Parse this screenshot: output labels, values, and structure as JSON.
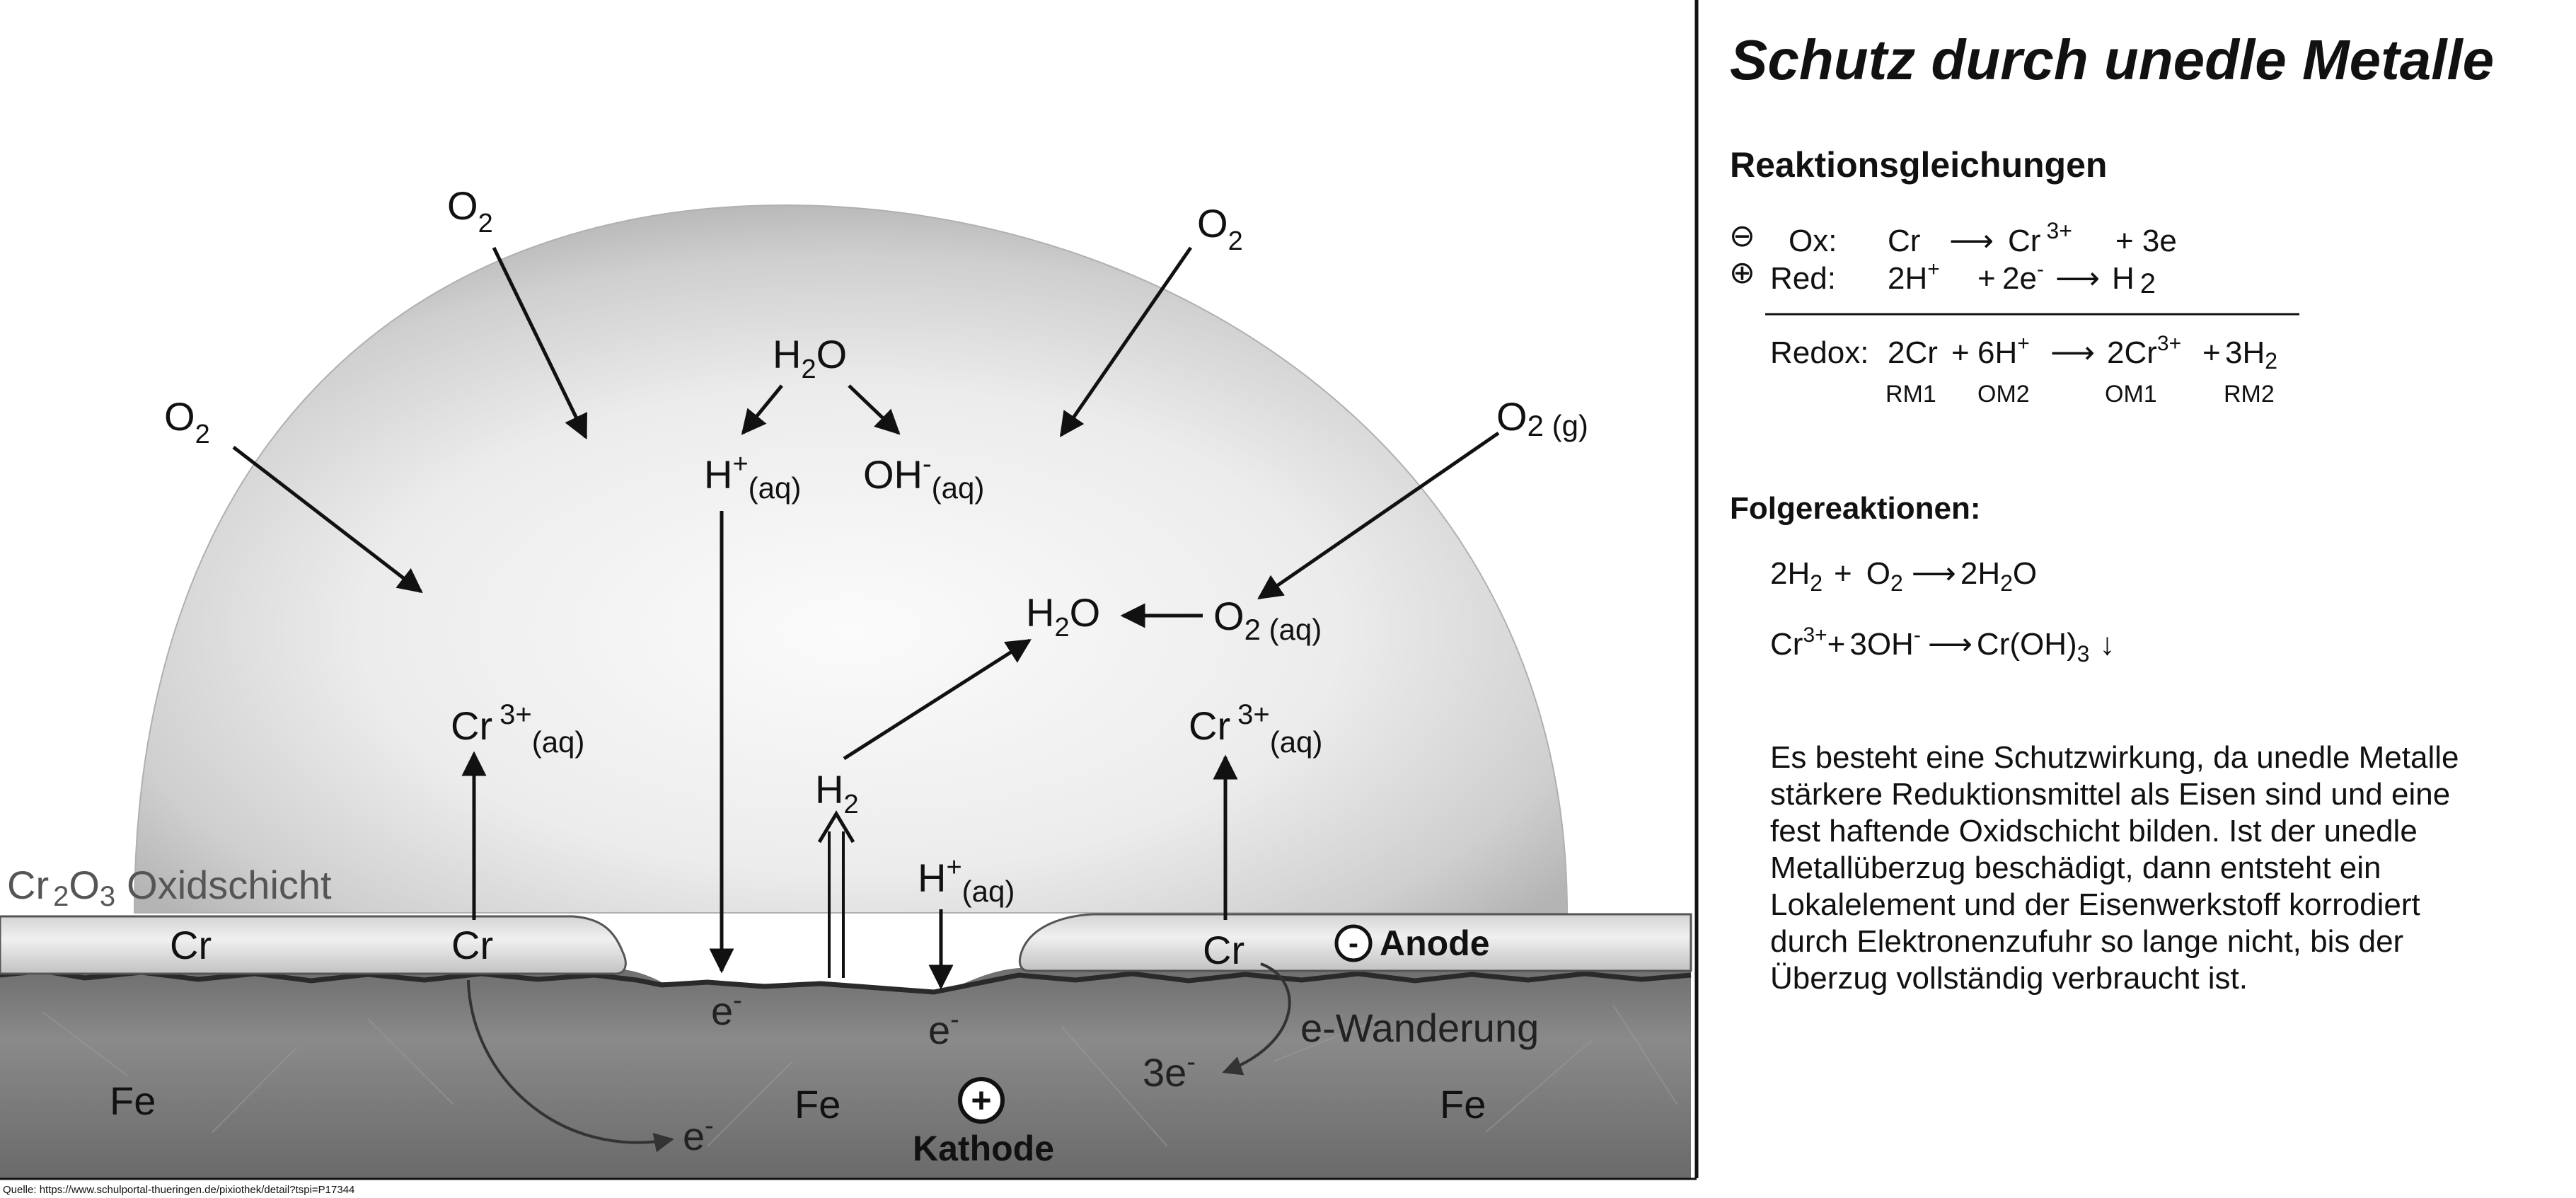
{
  "diagram": {
    "o2_left": "O",
    "o2_top_left": "O",
    "o2_top_right": "O",
    "o2_gas": "O",
    "o2_gas_sub": "2 (g)",
    "sub_2": "2",
    "h2o_top": "H",
    "h2o_o": "O",
    "h_plus": "H",
    "plus_sup": "+",
    "aq_sub": "(aq)",
    "oh_minus": "OH",
    "minus_sup": "-",
    "h2o_mid": "H",
    "o2_aq": "O",
    "o2_aq_sub": "2 (aq)",
    "cr3_left": "Cr",
    "cr3_right": "Cr",
    "sup_3plus": "3+",
    "h2": "H",
    "h_plus_low": "H",
    "oxide_layer": "Cr",
    "oxide_sub": "2",
    "oxide_o": "O",
    "oxide_sub2": "3",
    "oxide_text": "Oxidschicht",
    "cr_left1": "Cr",
    "cr_left2": "Cr",
    "cr_right": "Cr",
    "anode_symbol": "-",
    "anode_label": "Anode",
    "e_1": "e",
    "e_2": "e",
    "e_3": "e",
    "e_sup": "-",
    "three_e": "3e",
    "wanderung_e": "e",
    "wanderung_text": "-Wanderung",
    "fe_left": "Fe",
    "fe_mid": "Fe",
    "fe_right": "Fe",
    "kathode_symbol": "+",
    "kathode_label": "Kathode",
    "source": "Quelle: https://www.schulportal-thueringen.de/pixiothek/detail?tspi=P17344"
  },
  "panel": {
    "title": "Schutz durch unedle Metalle",
    "subtitle": "Reaktionsgleichungen",
    "ox_symbol": "⊖",
    "ox_label": "Ox:",
    "ox_lhs": "Cr",
    "ox_arrow": "⟶",
    "ox_rhs": "Cr",
    "ox_rhs_sup": "3+",
    "ox_electrons": "+ 3e",
    "red_symbol": "⊕",
    "red_label": "Red:",
    "red_lhs": "2H",
    "red_lhs_sup": "+",
    "red_plus": "+",
    "red_e": "2e",
    "red_e_sup": "-",
    "red_arrow": "⟶",
    "red_rhs": "H",
    "red_rhs_sub": "2",
    "redox_label": "Redox:",
    "redox_cr": "2Cr",
    "redox_plus": "+",
    "redox_h": "6H",
    "redox_h_sup": "+",
    "redox_arrow": "⟶",
    "redox_cr3": "2Cr",
    "redox_cr3_sup": "3+",
    "redox_plus2": "+",
    "redox_h2": "3H",
    "redox_h2_sub": "2",
    "rm1": "RM1",
    "om2": "OM2",
    "om1": "OM1",
    "rm2": "RM2",
    "folge_title": "Folgereaktionen:",
    "f1_lhs": "2H",
    "f1_sub": "2",
    "f1_plus": "+",
    "f1_o": "O",
    "f1_o_sub": "2",
    "f1_arrow": "⟶",
    "f1_rhs": "2H",
    "f1_rhs_sub": "2",
    "f1_rhs_o": "O",
    "f2_lhs": "Cr",
    "f2_sup": "3+",
    "f2_plus": "+",
    "f2_oh": "3OH",
    "f2_oh_sup": "-",
    "f2_arrow": "⟶",
    "f2_rhs": "Cr(OH)",
    "f2_rhs_sub": "3",
    "f2_down": "↓",
    "explanation": [
      "Es besteht eine Schutzwirkung, da unedle Metalle",
      "stärkere Reduktionsmittel als Eisen sind und eine",
      "fest haftende Oxidschicht bilden. Ist der unedle",
      "Metallüberzug beschädigt, dann entsteht ein",
      "Lokalelement und der Eisenwerkstoff korrodiert",
      "durch Elektronenzufuhr so lange nicht, bis der",
      "Überzug vollständig verbraucht ist."
    ]
  },
  "colors": {
    "line": "#111111",
    "oxide_text": "#555555",
    "chromium_layer": "#e4e4e4",
    "iron": "#7a7a7a"
  }
}
